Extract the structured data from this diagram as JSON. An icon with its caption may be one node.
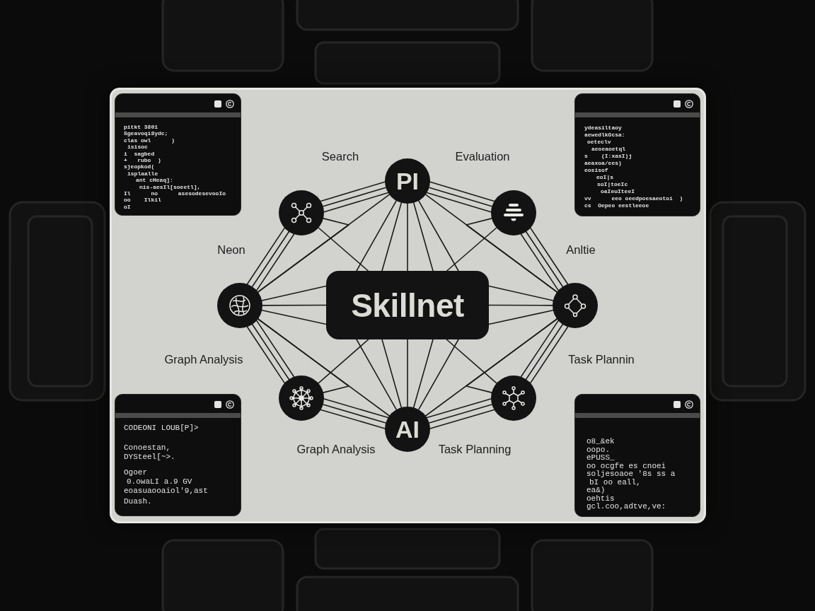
{
  "diagram": {
    "nodes": [
      {
        "text": [
          "pitkt 3801",
          "Sgeavoqi8ydc;",
          "clas owl      )",
          "isisoc",
          "i  sagbed",
          "+   rubo  )",
          "sjeopkod(",
          "isplaalle",
          "ant cHeaq]:",
          "nis-aesIl[soeetl],",
          "Il      no      asesodesevooIo",
          "oo    Ilkil",
          "oI"
        ]
      },
      {
        "text": [
          "ydeasiltaoy",
          "aewedlkOcsa:",
          "oeteclv",
          "aeoeaoetql",
          "s    (I:xasI)j",
          "aeaxoa/ees)",
          "eosisof",
          "eoI|s",
          "soI|toeIc",
          "oaIeuIteeI",
          "vv      eeo oeedpoesaeotoi  )",
          "cs  Oepeo eestleeoe"
        ]
      },
      {
        "text": [
          "PI"
        ]
      },
      {
        "text": [],
        "shape": "circle"
      },
      {
        "text": [],
        "shape": "circle"
      },
      {
        "text": [],
        "shape": "circle"
      },
      {
        "text": [
          "Skillnet"
        ]
      },
      {
        "text": [],
        "shape": "circle"
      },
      {
        "text": [],
        "shape": "circle"
      },
      {
        "text": [],
        "shape": "circle"
      },
      {
        "text": [
          "CODEONI LOUB[P]>",
          "Conoestan,",
          "DYSteel[~>.",
          "Ogoer",
          "0.owaLI a.9 GV",
          "eoasuaooaiol'9,ast",
          "Duash."
        ]
      },
      {
        "text": [
          "o8_&ek",
          "oopo.",
          "ePUSS_",
          "oo ocgfe es cnoei",
          "soljesoaoe '8s ss a",
          "bI oo eall,",
          "ea&)",
          "oehtis",
          "gcl.coo,adtve,ve:"
        ]
      },
      {
        "text": [
          "AI"
        ]
      }
    ],
    "edges": [
      {
        "from": 2,
        "to": 3,
        "arrow": "none"
      },
      {
        "from": 2,
        "to": 3,
        "arrow": "none"
      },
      {
        "from": 2,
        "to": 3,
        "arrow": "none"
      },
      {
        "from": 2,
        "to": 4,
        "arrow": "none"
      },
      {
        "from": 2,
        "to": 4,
        "arrow": "none"
      },
      {
        "from": 2,
        "to": 4,
        "arrow": "none"
      },
      {
        "from": 3,
        "to": 5,
        "arrow": "none"
      },
      {
        "from": 3,
        "to": 5,
        "arrow": "none"
      },
      {
        "from": 3,
        "to": 5,
        "arrow": "none"
      },
      {
        "from": 4,
        "to": 7,
        "arrow": "none"
      },
      {
        "from": 4,
        "to": 7,
        "arrow": "none"
      },
      {
        "from": 4,
        "to": 7,
        "arrow": "none"
      },
      {
        "from": 5,
        "to": 8,
        "arrow": "none"
      },
      {
        "from": 5,
        "to": 8,
        "arrow": "none"
      },
      {
        "from": 5,
        "to": 8,
        "arrow": "none"
      },
      {
        "from": 7,
        "to": 9,
        "arrow": "none"
      },
      {
        "from": 7,
        "to": 9,
        "arrow": "none"
      },
      {
        "from": 7,
        "to": 9,
        "arrow": "none"
      },
      {
        "from": 8,
        "to": 12,
        "arrow": "none"
      },
      {
        "from": 8,
        "to": 12,
        "arrow": "none"
      },
      {
        "from": 8,
        "to": 12,
        "arrow": "none"
      },
      {
        "from": 9,
        "to": 12,
        "arrow": "none"
      },
      {
        "from": 9,
        "to": 12,
        "arrow": "none"
      },
      {
        "from": 9,
        "to": 12,
        "arrow": "none"
      },
      {
        "from": 2,
        "to": 6,
        "arrow": "none"
      },
      {
        "from": 2,
        "to": 6,
        "arrow": "none"
      },
      {
        "from": 2,
        "to": 6,
        "arrow": "none"
      },
      {
        "from": 2,
        "to": 6,
        "arrow": "none"
      },
      {
        "from": 2,
        "to": 6,
        "arrow": "none"
      },
      {
        "from": 6,
        "to": 12,
        "arrow": "none"
      },
      {
        "from": 6,
        "to": 12,
        "arrow": "none"
      },
      {
        "from": 6,
        "to": 12,
        "arrow": "none"
      },
      {
        "from": 6,
        "to": 12,
        "arrow": "none"
      },
      {
        "from": 6,
        "to": 12,
        "arrow": "none"
      },
      {
        "from": 3,
        "to": 6,
        "arrow": "none"
      },
      {
        "from": 4,
        "to": 6,
        "arrow": "none"
      },
      {
        "from": 6,
        "to": 8,
        "arrow": "none"
      },
      {
        "from": 6,
        "to": 9,
        "arrow": "none"
      },
      {
        "from": 5,
        "to": 6,
        "arrow": "none"
      },
      {
        "from": 5,
        "to": 6,
        "arrow": "none"
      },
      {
        "from": 5,
        "to": 6,
        "arrow": "none"
      },
      {
        "from": 7,
        "to": 6,
        "arrow": "none"
      },
      {
        "from": 7,
        "to": 6,
        "arrow": "none"
      },
      {
        "from": 7,
        "to": 6,
        "arrow": "none"
      },
      {
        "from": 2,
        "to": 5,
        "arrow": "none"
      },
      {
        "from": 2,
        "to": 7,
        "arrow": "none"
      },
      {
        "from": 5,
        "to": 12,
        "arrow": "none"
      },
      {
        "from": 7,
        "to": 12,
        "arrow": "none"
      },
      {
        "from": 3,
        "to": 5,
        "arrow": "none"
      },
      {
        "from": 4,
        "to": 7,
        "arrow": "none"
      },
      {
        "from": 8,
        "to": 5,
        "arrow": "none"
      },
      {
        "from": 9,
        "to": 7,
        "arrow": "none"
      }
    ],
    "labels": [
      "Search",
      "Evaluation",
      "Neon",
      "Anltie",
      "Graph Analysis",
      "Task Plannin",
      "Graph Analysis",
      "Task Planning"
    ]
  }
}
